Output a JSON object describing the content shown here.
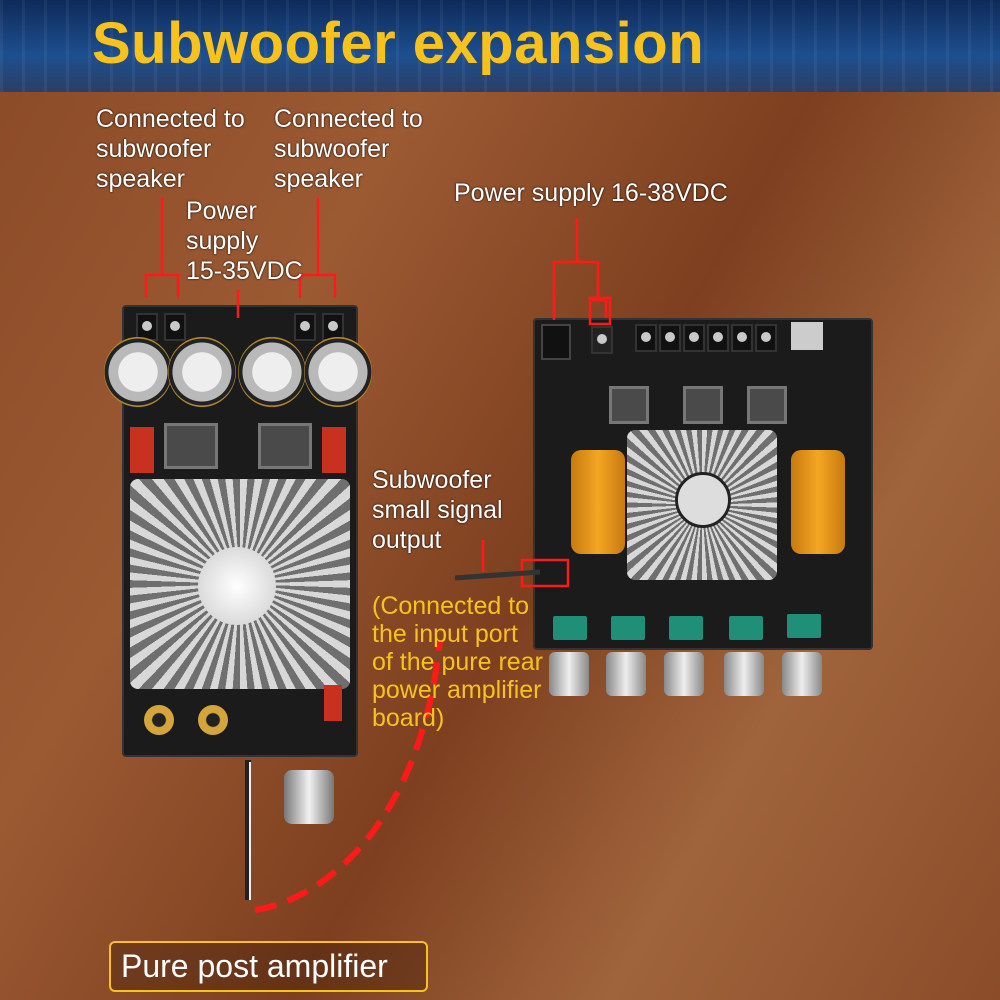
{
  "title": "Subwoofer expansion",
  "labels": {
    "left_speaker_1": [
      "Connected to",
      "subwoofer",
      "speaker"
    ],
    "left_speaker_2": [
      "Connected to",
      "subwoofer",
      "speaker"
    ],
    "left_power": [
      "Power",
      "supply",
      "15-35VDC"
    ],
    "right_power": "Power supply 16-38VDC",
    "signal_output": [
      "Subwoofer",
      "small signal",
      "output"
    ],
    "connection_note": [
      "(Connected to",
      "the input port",
      "of the pure rear",
      "power amplifier",
      "board)"
    ]
  },
  "badge": "Pure post amplifier",
  "colors": {
    "accent": "#f8c21c",
    "wire": "#ff1a1a"
  }
}
